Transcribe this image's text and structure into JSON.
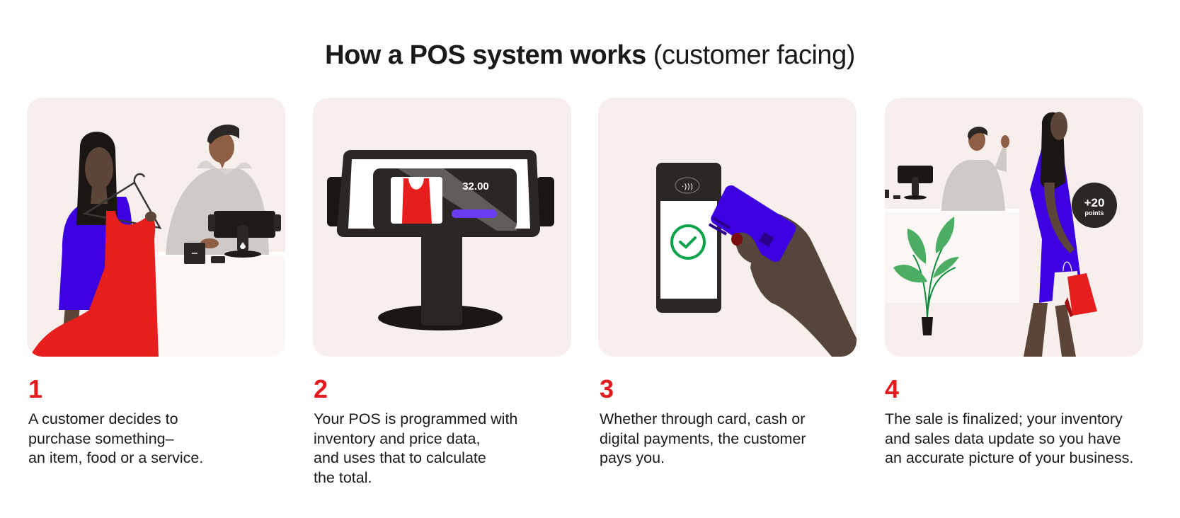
{
  "title": {
    "bold": "How a POS system works",
    "light": " (customer facing)"
  },
  "colors": {
    "accent_red": "#e31b1d",
    "panel_bg": "#f7efec",
    "violet": "#3d00e0",
    "dark": "#2b2725",
    "success_green": "#0aa24a"
  },
  "steps": [
    {
      "number": "1",
      "text": "A customer decides to\npurchase something–\nan item, food or a service.",
      "illustration": "customer-holding-dress-at-counter"
    },
    {
      "number": "2",
      "text": "Your POS is programmed with\ninventory and price data,\nand uses that to calculate\nthe total.",
      "illustration": "pos-terminal-screen",
      "screen_price": "32.00"
    },
    {
      "number": "3",
      "text": "Whether through card, cash or\ndigital payments, the customer\npays you.",
      "illustration": "card-tap-payment"
    },
    {
      "number": "4",
      "text": "The sale is finalized; your inventory\nand sales data update so you have\nan accurate picture of your business.",
      "illustration": "customer-leaving-with-bags",
      "badge_value": "+20",
      "badge_label": "points"
    }
  ]
}
